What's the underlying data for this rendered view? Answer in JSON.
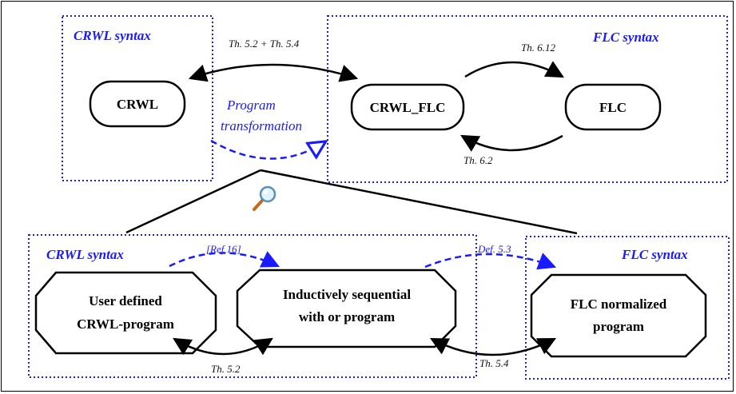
{
  "groups": {
    "top_left_title": "CRWL syntax",
    "top_right_title": "FLC syntax",
    "bottom_left_title": "CRWL syntax",
    "bottom_right_title": "FLC syntax"
  },
  "nodes": {
    "crwl": "CRWL",
    "crwl_flc": "CRWL_FLC",
    "flc": "FLC",
    "user_line1": "User defined",
    "user_line2": "CRWL-program",
    "ind_line1": "Inductively sequential",
    "ind_line2": "with or program",
    "norm_line1": "FLC normalized",
    "norm_line2": "program"
  },
  "edges": {
    "th52_54": "Th. 5.2 + Th. 5.4",
    "th612": "Th. 6.12",
    "th62": "Th. 6.2",
    "prog_line1": "Program",
    "prog_line2": "transformation",
    "ref16": "[Ref 16]",
    "def53": "Def. 5.3",
    "th52": "Th. 5.2",
    "th54": "Th. 5.4"
  },
  "icons": {
    "zoom": "magnifier-icon"
  },
  "colors": {
    "accent_blue": "#1a1aff",
    "line": "#000000"
  }
}
